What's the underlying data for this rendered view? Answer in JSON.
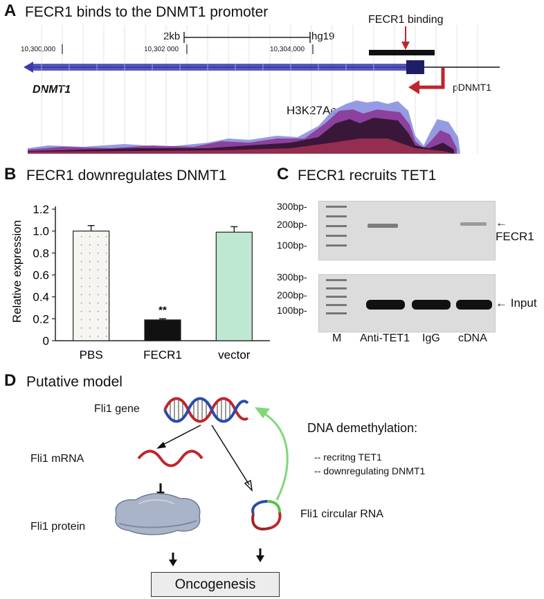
{
  "panel_a": {
    "letter": "A",
    "title": "FECR1 binds to the DNMT1 promoter",
    "scale_label": "2kb",
    "assembly_label": "hg19",
    "coordinates": [
      "10,300,000",
      "10,302,000",
      "10,304,000"
    ],
    "binding_label": "FECR1 binding",
    "gene_label": "DNMT1",
    "promoter_label": "pDNMT1",
    "track_label": "H3K27Ac"
  },
  "panel_b": {
    "letter": "B",
    "title": "FECR1 downregulates DNMT1",
    "significance": "**"
  },
  "chart_data": {
    "type": "bar",
    "categories": [
      "PBS",
      "FECR1",
      "vector"
    ],
    "values": [
      1.0,
      0.19,
      0.99
    ],
    "errors": [
      0.05,
      0.01,
      0.05
    ],
    "ylabel": "Relative expression",
    "xlabel": "",
    "ylim": [
      0,
      1.2
    ],
    "yticks": [
      "0",
      "0.2",
      "0.4",
      "0.6",
      "0.8",
      "1.0",
      "1.2"
    ],
    "bar_colors": [
      "#f7f5f2",
      "#111111",
      "#bfe8d2"
    ],
    "grid": false
  },
  "panel_c": {
    "letter": "C",
    "title": "FECR1 recruits TET1",
    "top_markers": [
      "300bp-",
      "200bp-",
      "100bp-"
    ],
    "bottom_markers": [
      "300bp-",
      "200bp-",
      "100bp-"
    ],
    "top_band_label": "FECR1",
    "bottom_band_label": "Input",
    "lanes": [
      "M",
      "Anti-TET1",
      "IgG",
      "cDNA"
    ]
  },
  "panel_d": {
    "letter": "D",
    "title": "Putative model",
    "gene_label": "Fli1 gene",
    "mrna_label": "Fli1 mRNA",
    "protein_label": "Fli1 protein",
    "circ_label": "Fli1 circular RNA",
    "demethylation_title": "DNA demethylation:",
    "demethylation_items": [
      "-- recritng TET1",
      "-- downregulating DNMT1"
    ],
    "outcome_label": "Oncogenesis"
  }
}
